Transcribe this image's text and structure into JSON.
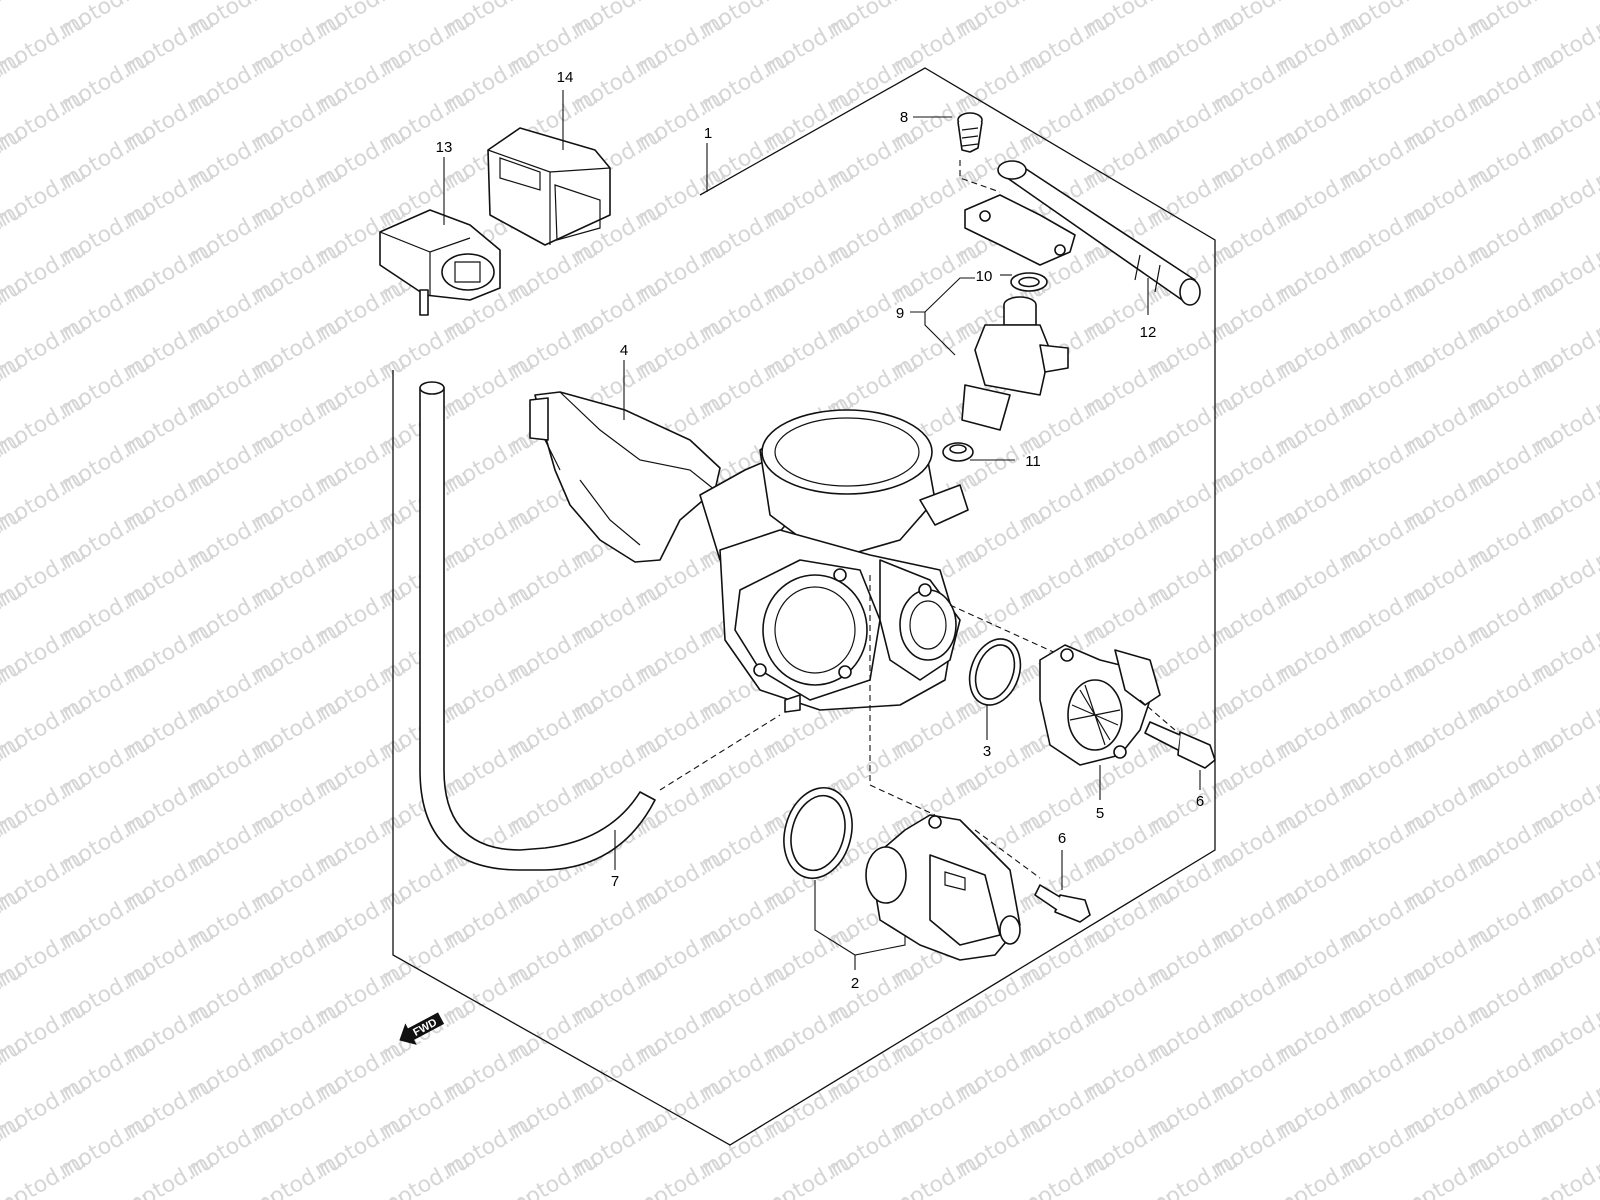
{
  "watermark": {
    "text": "motod.ru"
  },
  "fwd_label": "FWD",
  "callouts": [
    {
      "id": "1",
      "label": "1"
    },
    {
      "id": "2",
      "label": "2"
    },
    {
      "id": "3",
      "label": "3"
    },
    {
      "id": "4",
      "label": "4"
    },
    {
      "id": "5",
      "label": "5"
    },
    {
      "id": "6a",
      "label": "6"
    },
    {
      "id": "6b",
      "label": "6"
    },
    {
      "id": "7",
      "label": "7"
    },
    {
      "id": "8",
      "label": "8"
    },
    {
      "id": "9",
      "label": "9"
    },
    {
      "id": "10",
      "label": "10"
    },
    {
      "id": "11",
      "label": "11"
    },
    {
      "id": "12",
      "label": "12"
    },
    {
      "id": "13",
      "label": "13"
    },
    {
      "id": "14",
      "label": "14"
    }
  ]
}
